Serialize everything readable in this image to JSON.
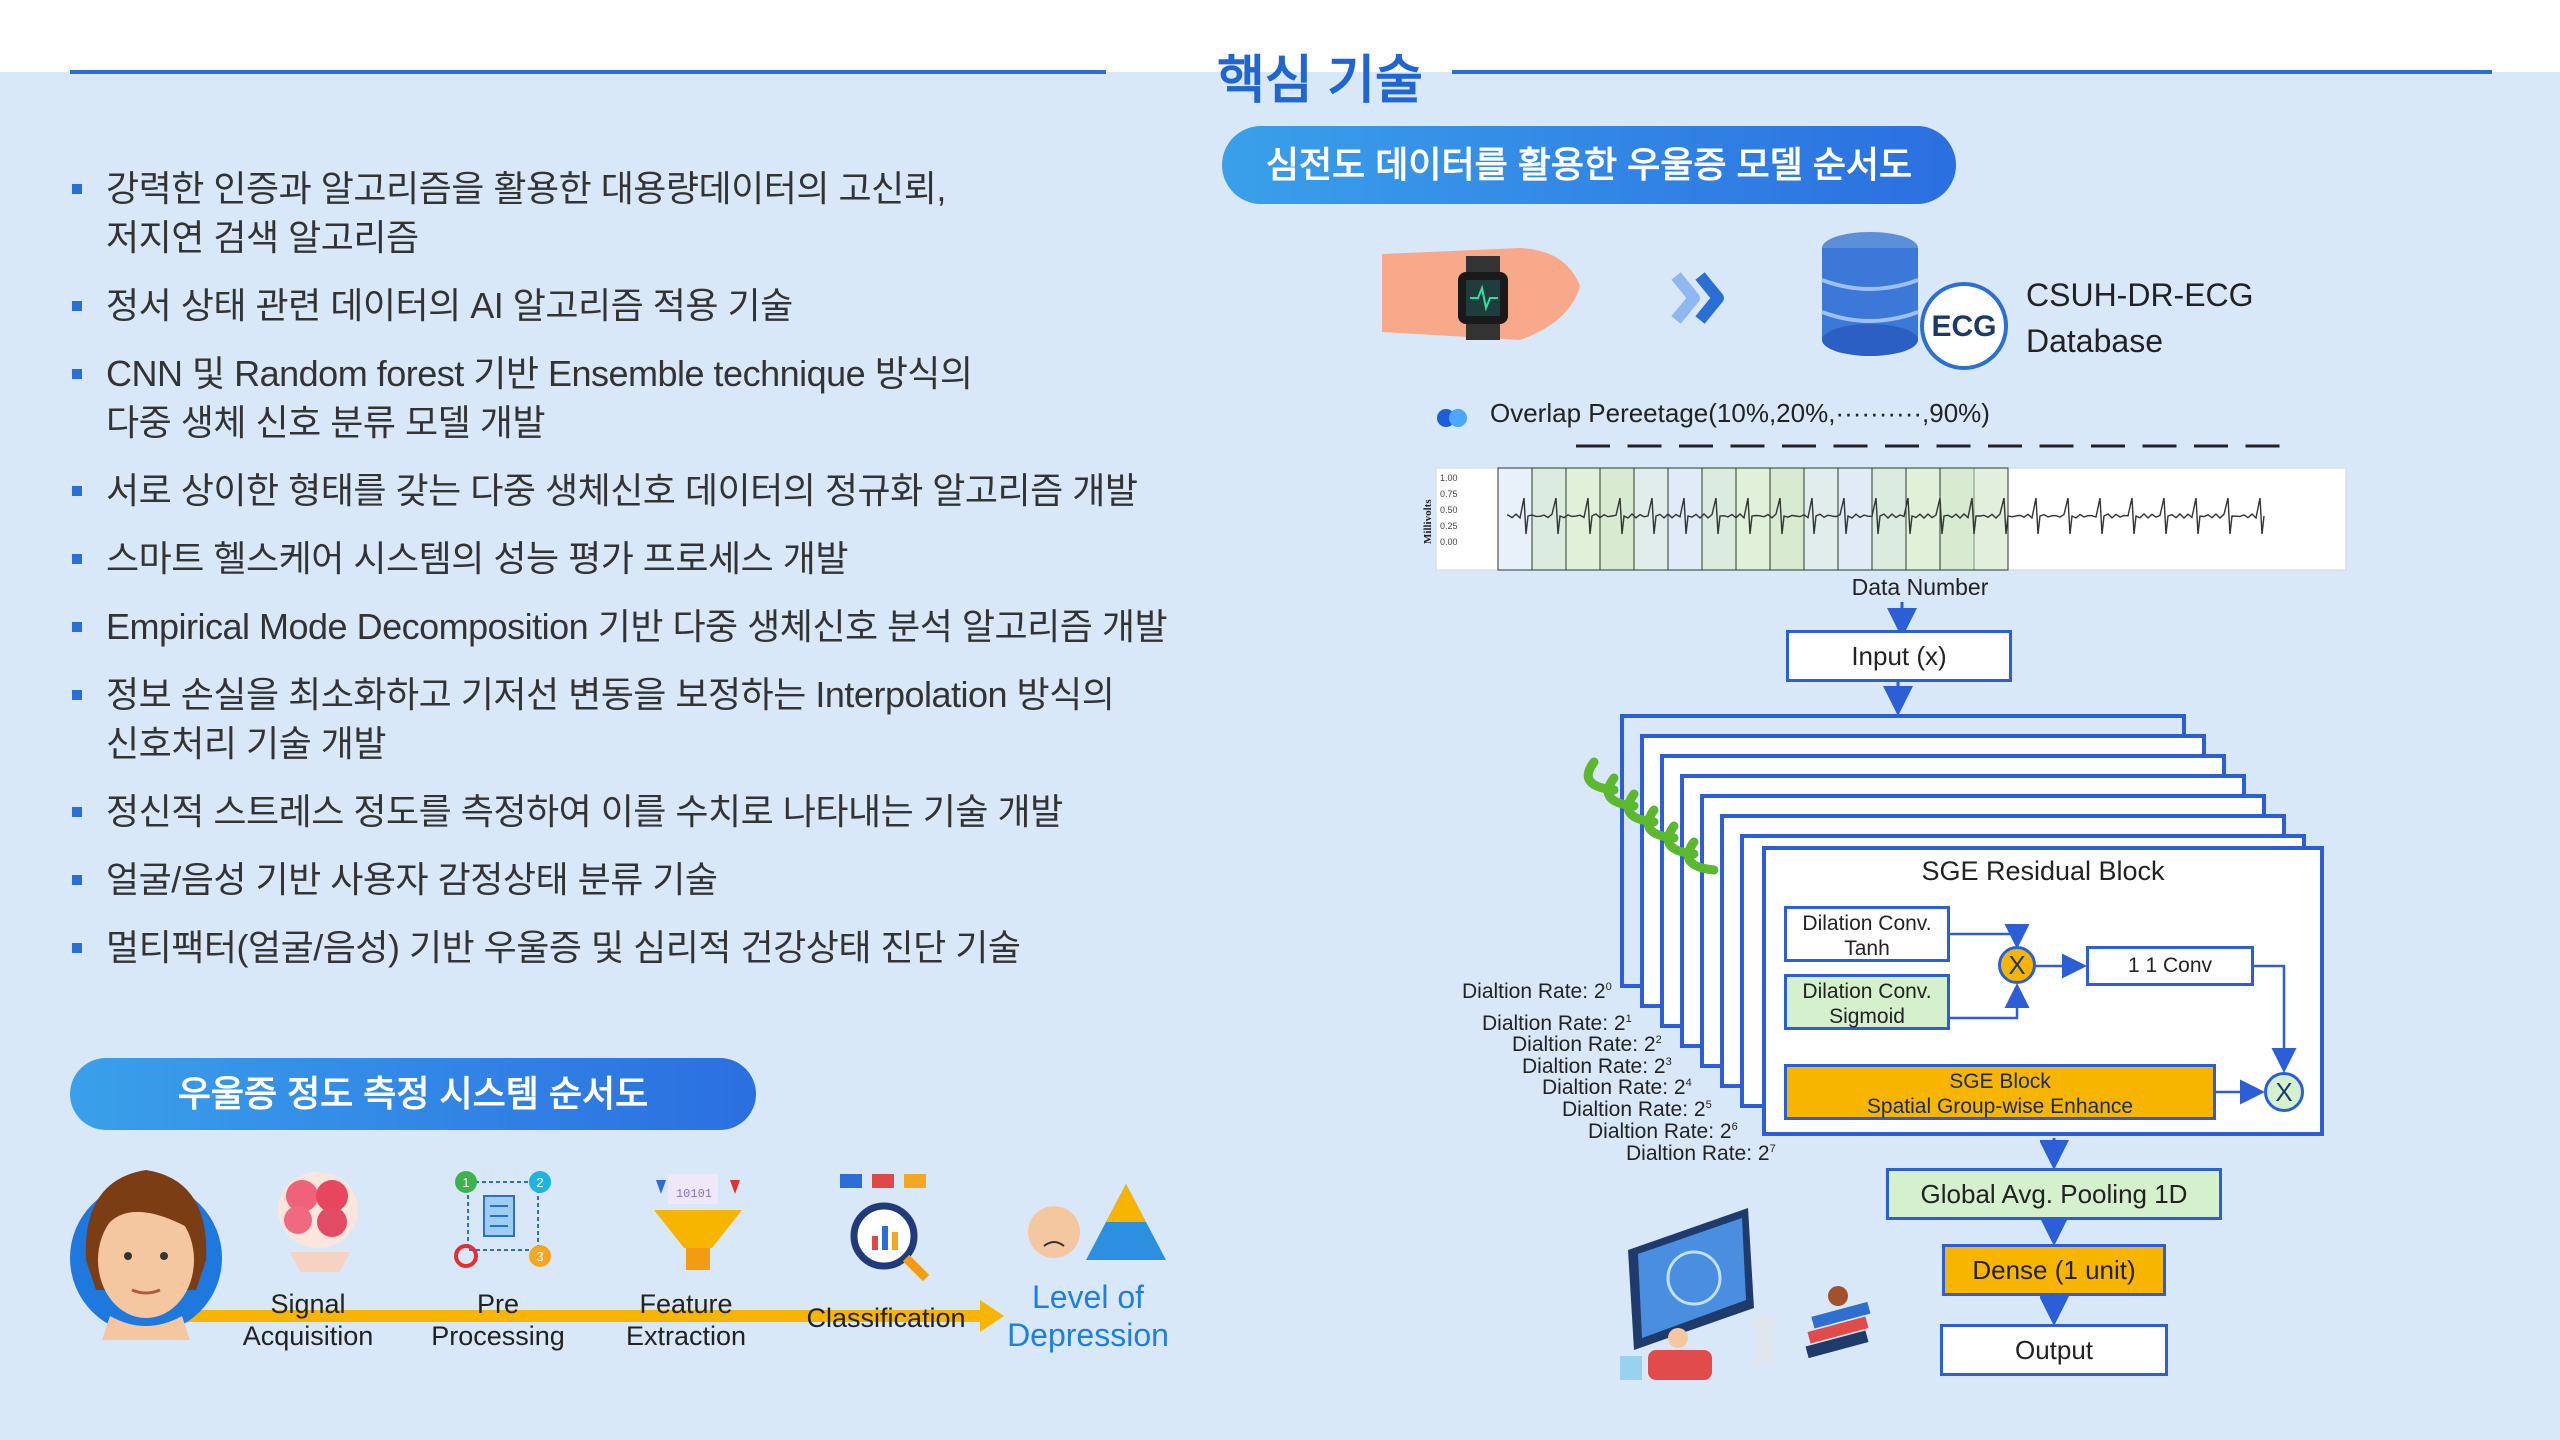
{
  "title": "핵심 기술",
  "bullets": [
    "강력한 인증과 알고리즘을 활용한 대용량데이터의 고신뢰,\n저지연 검색 알고리즘",
    "정서 상태 관련 데이터의 AI 알고리즘 적용 기술",
    "CNN 및 Random forest 기반 Ensemble technique 방식의\n다중 생체 신호 분류 모델 개발",
    "서로 상이한 형태를 갖는 다중 생체신호 데이터의 정규화 알고리즘 개발",
    "스마트 헬스케어 시스템의 성능 평가 프로세스 개발",
    "Empirical Mode Decomposition 기반 다중 생체신호 분석 알고리즘 개발",
    "정보 손실을 최소화하고 기저선 변동을 보정하는 Interpolation 방식의\n신호처리 기술 개발",
    "정신적 스트레스 정도를 측정하여 이를 수치로 나타내는 기술 개발",
    "얼굴/음성 기반 사용자 감정상태 분류 기술",
    "멀티팩터(얼굴/음성) 기반 우울증 및 심리적 건강상태 진단 기술"
  ],
  "left_flow": {
    "title": "우울증 정도 측정 시스템 순서도",
    "stages": [
      "Signal\nAcquisition",
      "Pre\nProcessing",
      "Feature\nExtraction",
      "Classification"
    ],
    "result": "Level of\nDepression"
  },
  "right_flow": {
    "title": "심전도 데이터를 활용한 우울증 모델 순서도",
    "database_icon": "ECG",
    "database_name": "CSUH-DR-ECG\nDatabase",
    "overlap_label": "Overlap Pereetage(10%,20%,··········,90%)",
    "ecg_ylabel": "Millivolts",
    "ecg_yticks": [
      "1.00",
      "0.75",
      "0.50",
      "0.25",
      "0.00"
    ],
    "data_number_label": "Data Number",
    "input_label": "Input (x)",
    "block_title": "SGE Residual Block",
    "dilation_tanh": "Dilation Conv.\nTanh",
    "dilation_sigmoid": "Dilation Conv.\nSigmoid",
    "multiply_symbol": "X",
    "conv_label": "1  1 Conv",
    "sge_block": "SGE Block\nSpatial Group-wise Enhance",
    "dilation_labels": [
      "Dialtion Rate: 2",
      "Dialtion Rate: 2",
      "Dialtion Rate: 2",
      "Dialtion Rate: 2",
      "Dialtion Rate: 2",
      "Dialtion Rate: 2",
      "Dialtion Rate: 2",
      "Dialtion Rate: 2"
    ],
    "dilation_exponents": [
      "0",
      "1",
      "2",
      "3",
      "4",
      "5",
      "6",
      "7"
    ],
    "pooling_label": "Global Avg. Pooling 1D",
    "dense_label": "Dense (1 unit)",
    "output_label": "Output"
  },
  "colors": {
    "accent_blue": "#2c6fd4",
    "background": "#d9e8f8",
    "sge_yellow": "#f7b500",
    "dilation_green": "#d4f0cc",
    "arrow_yellow": "#f7b500"
  }
}
